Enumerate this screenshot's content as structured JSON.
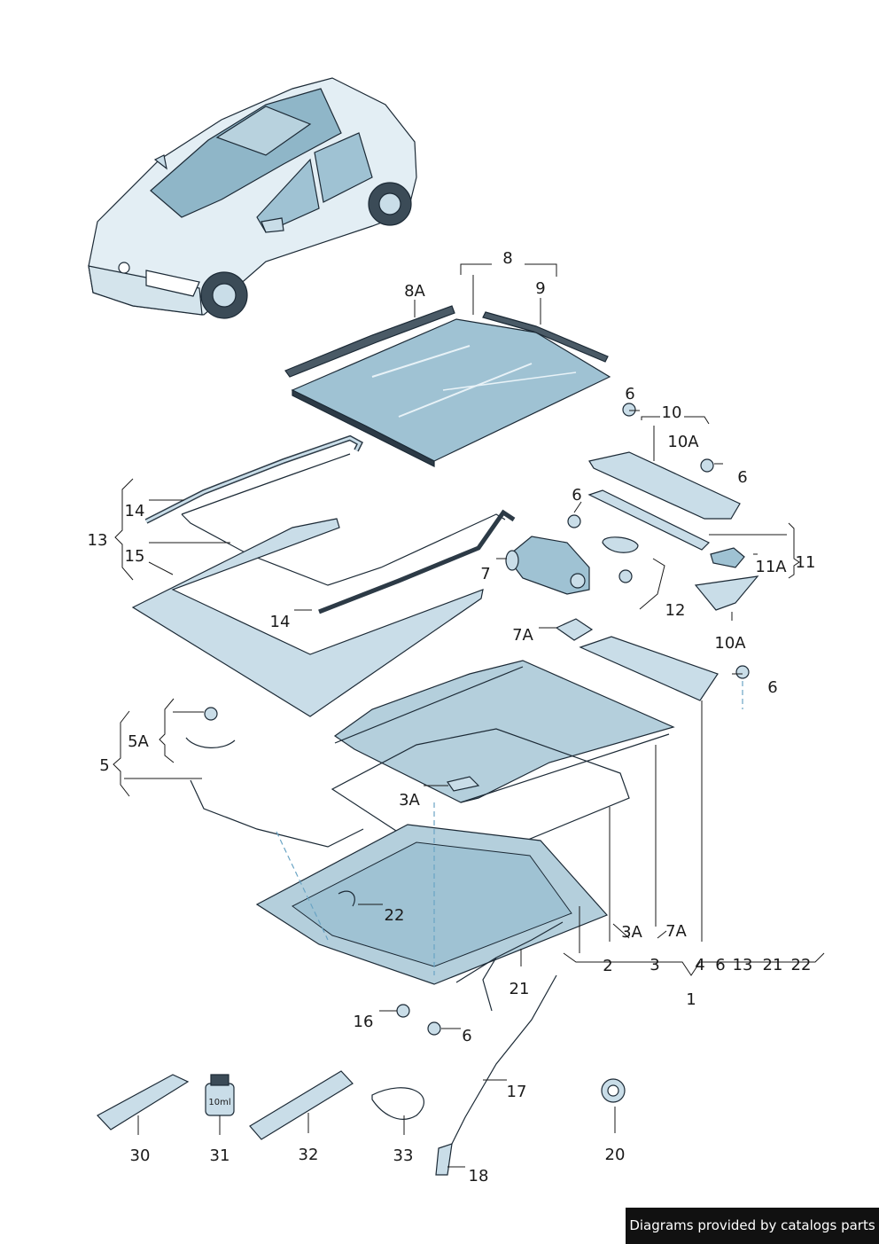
{
  "labels": {
    "l1": "1",
    "l2": "2",
    "l3": "3",
    "l3a_a": "3A",
    "l3a_b": "3A",
    "l4": "4",
    "l5": "5",
    "l5a": "5A",
    "l6_a": "6",
    "l6_b": "6",
    "l6_c": "6",
    "l6_d": "6",
    "l6_e": "6",
    "l6_f": "6",
    "l7": "7",
    "l7a_a": "7A",
    "l7a_b": "7A",
    "l8": "8",
    "l8a": "8A",
    "l9": "9",
    "l10": "10",
    "l10a_a": "10A",
    "l10a_b": "10A",
    "l11": "11",
    "l11a": "11A",
    "l12": "12",
    "l13_a": "13",
    "l13_b": "13",
    "l14_a": "14",
    "l14_b": "14",
    "l15": "15",
    "l16": "16",
    "l17": "17",
    "l18": "18",
    "l20": "20",
    "l21_a": "21",
    "l21_b": "21",
    "l22_a": "22",
    "l22_b": "22",
    "l30": "30",
    "l31": "31",
    "l32": "32",
    "l33": "33"
  },
  "bottle_text": "10ml",
  "footer_text": "Diagrams provided by catalogs parts",
  "colors": {
    "part_fill": "#c9dde8",
    "glass_fill": "#9fc2d3",
    "line": "#1a1a1a",
    "footer_bg": "#111111"
  }
}
